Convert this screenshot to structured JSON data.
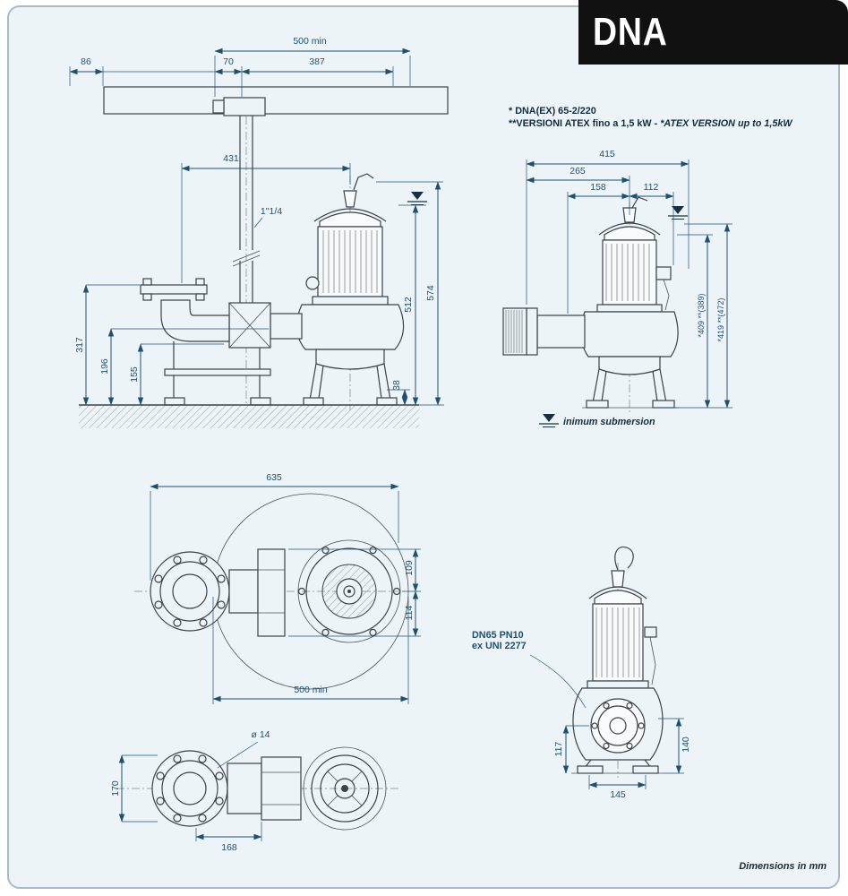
{
  "header": {
    "title": "DNA"
  },
  "notes": {
    "model": "* DNA(EX) 65-2/220",
    "atex_plain": "**VERSIONI ATEX fino a 1,5 kW - ",
    "atex_italic": "*ATEX VERSION up to 1,5kW",
    "submersion": "inimum submersion",
    "flange_line1": "DN65 PN10",
    "flange_line2": "ex UNI 2277",
    "units": "Dimensions in mm"
  },
  "install_view": {
    "width_min": "500 min",
    "d86": "86",
    "d70": "70",
    "d387": "387",
    "d431": "431",
    "thread": "1\"1/4",
    "d317": "317",
    "d196": "196",
    "d155": "155",
    "d512": "512",
    "d574": "574",
    "d38": "38"
  },
  "side_view": {
    "d415": "415",
    "d265": "265",
    "d158": "158",
    "d112": "112",
    "h1": "*409 **(389)",
    "h2": "*419 **(472)"
  },
  "plan_view": {
    "d635": "635",
    "d109": "109",
    "d114": "114",
    "width_min": "500 min"
  },
  "front_view": {
    "d117": "117",
    "d140": "140",
    "d145": "145"
  },
  "bottom_view": {
    "hole": "ø 14",
    "d170": "170",
    "d168": "168"
  },
  "colors": {
    "dimension_blue": "#1d5074",
    "sheet_bg": "#edf4f7",
    "header_bg": "#111111"
  }
}
